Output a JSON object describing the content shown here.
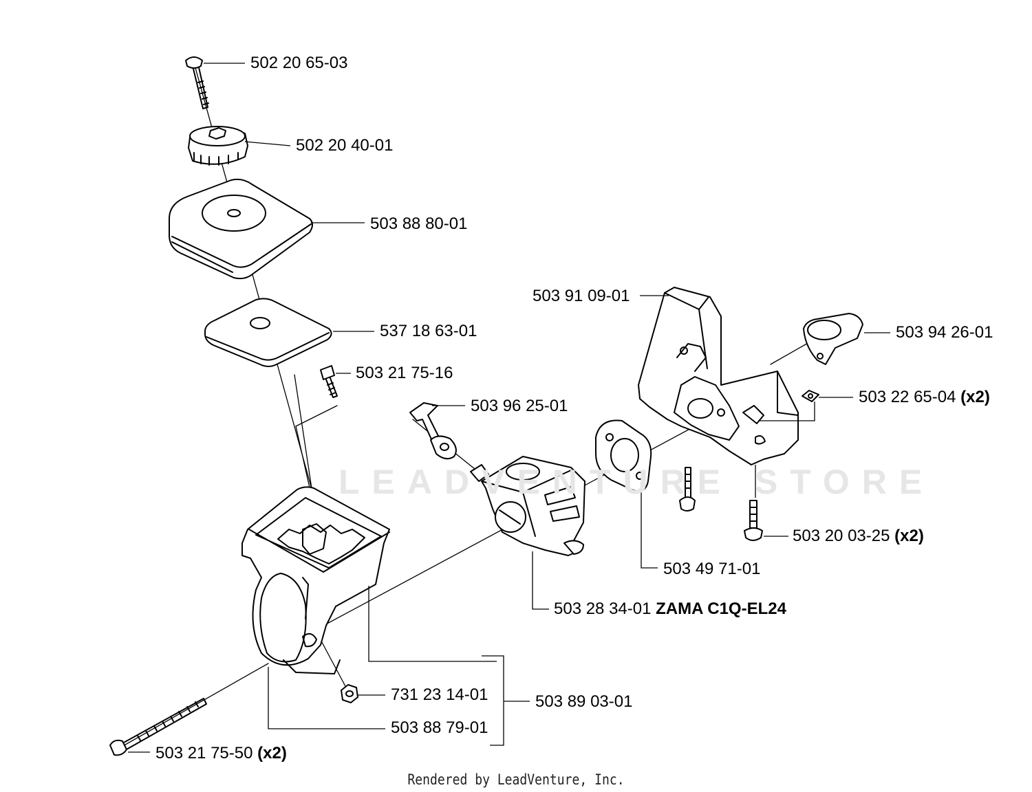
{
  "watermark": "LEADVENTURE STORE",
  "footer": "Rendered by LeadVenture, Inc.",
  "labels": {
    "bolt_top": {
      "part": "502 20 65-03",
      "note": ""
    },
    "knob": {
      "part": "502 20 40-01",
      "note": ""
    },
    "filter_cover": {
      "part": "503 88 80-01",
      "note": ""
    },
    "filter": {
      "part": "537 18 63-01",
      "note": ""
    },
    "screw_small": {
      "part": "503 21 75-16",
      "note": ""
    },
    "choke_lever": {
      "part": "503 96 25-01",
      "note": ""
    },
    "intake": {
      "part": "503 91 09-01",
      "note": ""
    },
    "sleeve": {
      "part": "503 94 26-01",
      "note": ""
    },
    "nut_square": {
      "part": "503 22 65-04",
      "note": "(x2)"
    },
    "screw_intake": {
      "part": "503 20 03-25",
      "note": "(x2)"
    },
    "gasket": {
      "part": "503 49 71-01",
      "note": ""
    },
    "carburetor": {
      "part": "503 28 34-01",
      "note": "ZAMA C1Q-EL24"
    },
    "nut_hex": {
      "part": "731 23 14-01",
      "note": ""
    },
    "housing_assy": {
      "part": "503 89 03-01",
      "note": ""
    },
    "housing_part": {
      "part": "503 88 79-01",
      "note": ""
    },
    "screw_long": {
      "part": "503 21 75-50",
      "note": "(x2)"
    }
  }
}
